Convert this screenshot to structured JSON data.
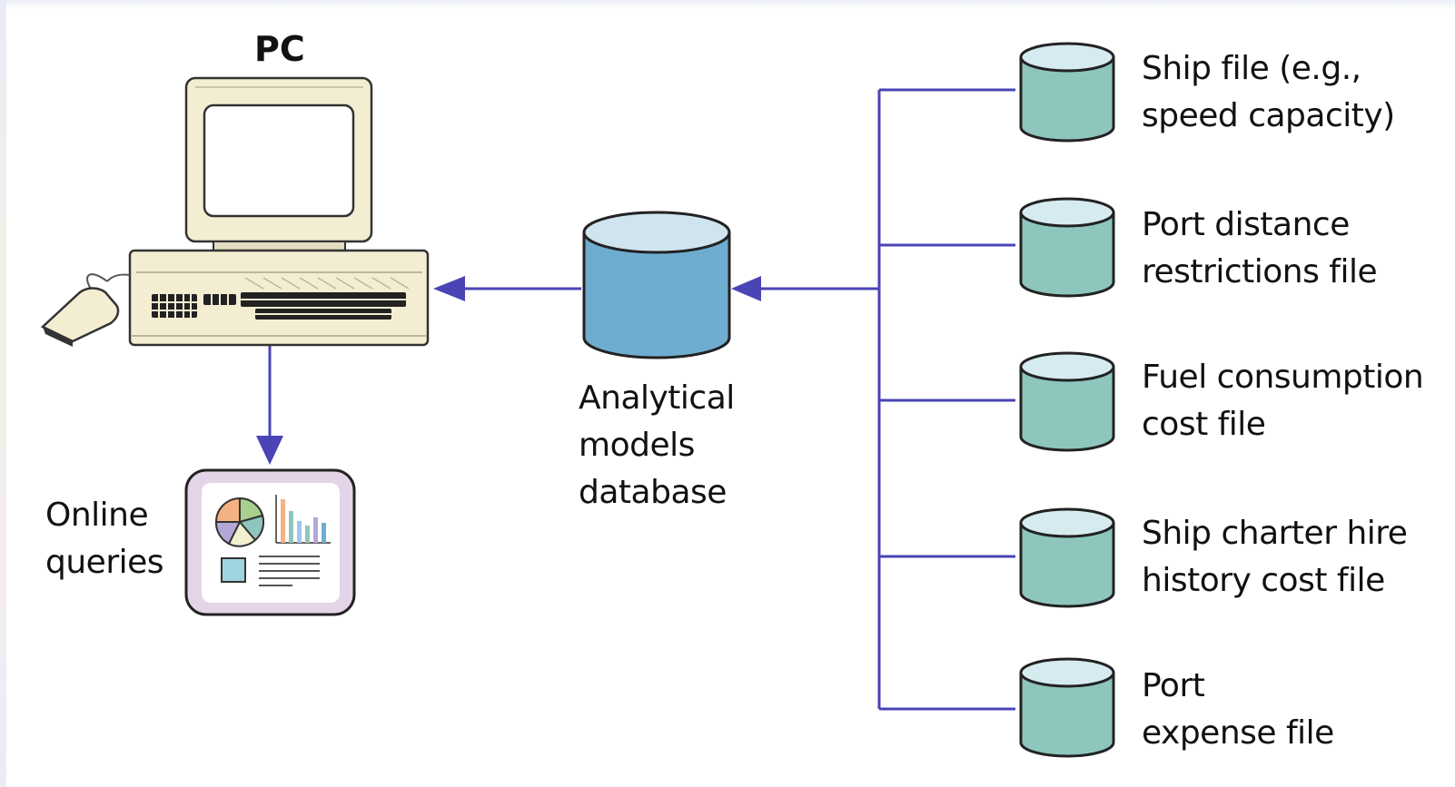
{
  "diagram": {
    "pc_title": "PC",
    "online_queries": [
      "Online",
      "queries"
    ],
    "analytical_db": [
      "Analytical",
      "models",
      "database"
    ],
    "files": [
      {
        "lines": [
          "Ship file (e.g.,",
          "speed capacity)"
        ]
      },
      {
        "lines": [
          "Port distance",
          "restrictions file"
        ]
      },
      {
        "lines": [
          "Fuel consumption",
          "cost file"
        ]
      },
      {
        "lines": [
          "Ship charter hire",
          "history cost file"
        ]
      },
      {
        "lines": [
          "Port",
          "expense file"
        ]
      }
    ]
  },
  "colors": {
    "connector": "#4a44b5",
    "file_db_body": "#8ec6bd",
    "file_db_top": "#d6ebf0",
    "analytical_db_body": "#6fadd0",
    "analytical_db_top": "#cfe4ef",
    "pc_body": "#f3eed2",
    "report_frame": "#e4d4e8"
  },
  "icons": [
    "pc-icon",
    "mouse-icon",
    "report-icon",
    "database-icon"
  ]
}
